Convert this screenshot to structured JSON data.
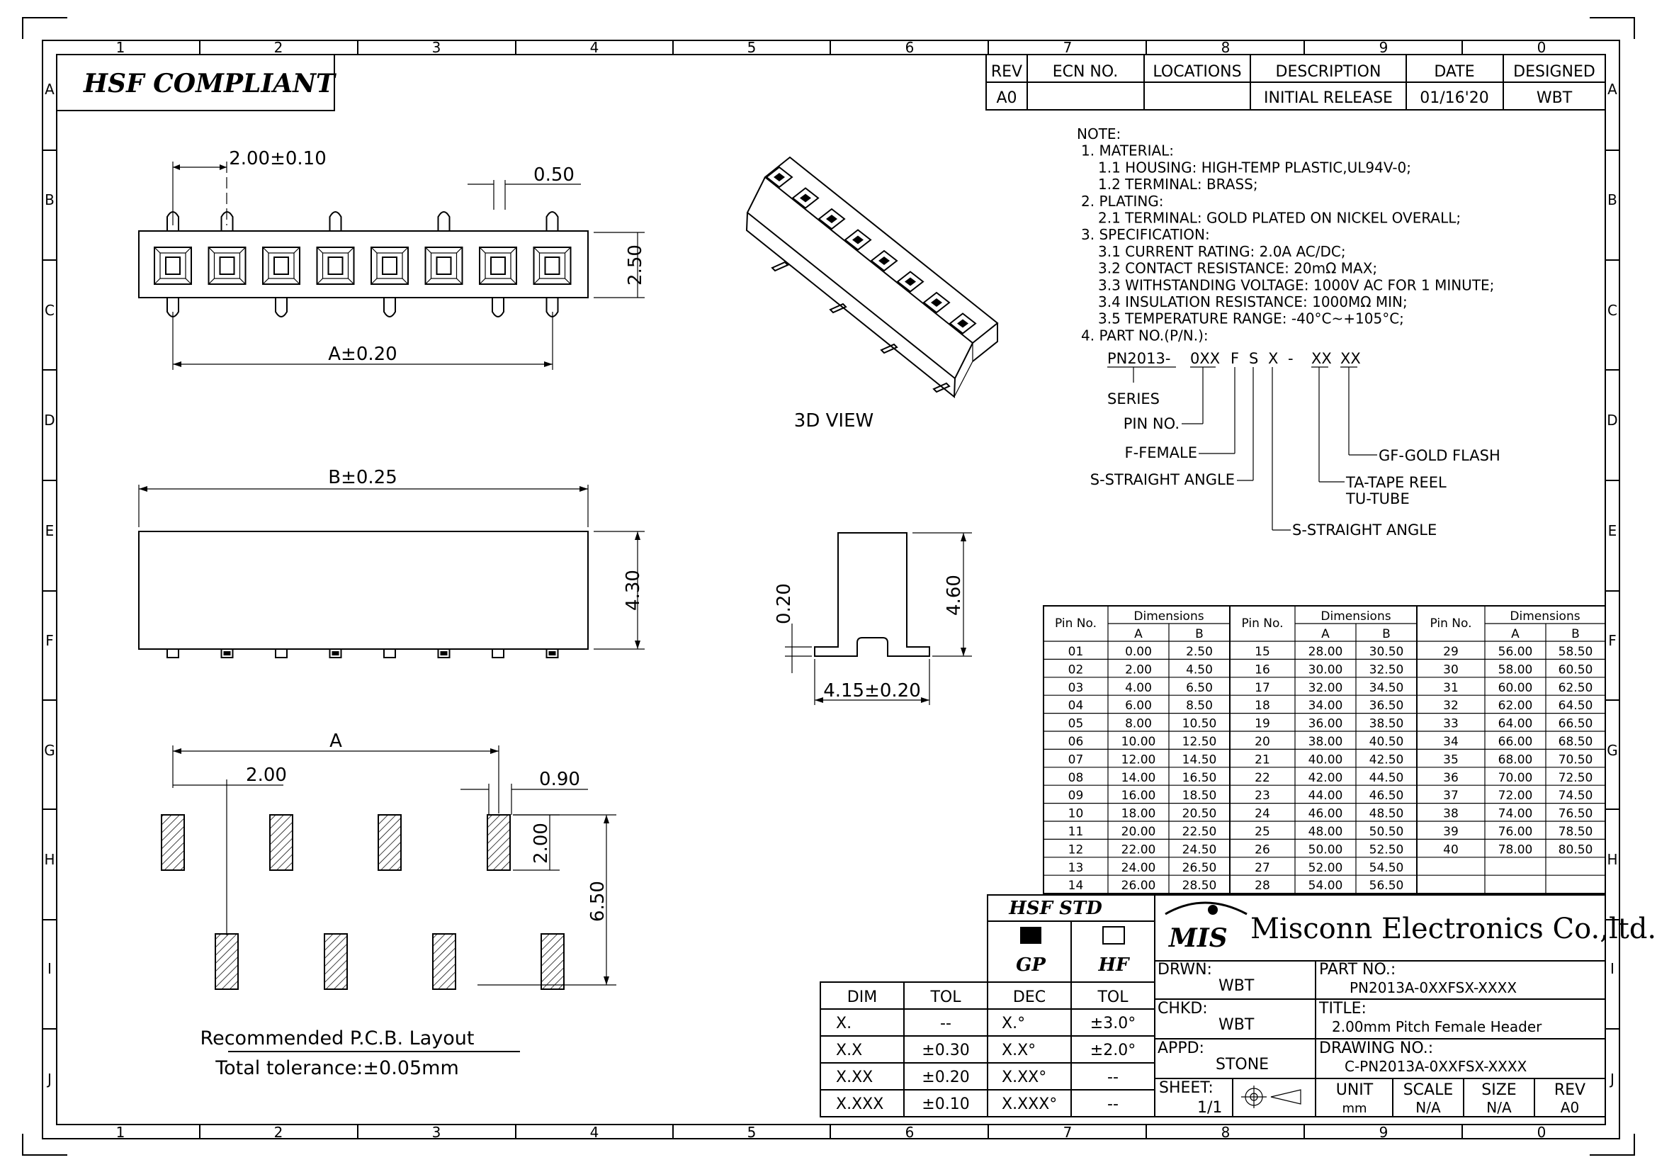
{
  "frame": {
    "top_numbers": [
      "1",
      "2",
      "3",
      "4",
      "5",
      "6",
      "7",
      "8",
      "9",
      "0"
    ],
    "side_letters": [
      "A",
      "B",
      "C",
      "D",
      "E",
      "F",
      "G",
      "H",
      "I",
      "J"
    ]
  },
  "hsf_compliant": "HSF COMPLIANT",
  "revision": {
    "headers": [
      "REV",
      "ECN NO.",
      "LOCATIONS",
      "DESCRIPTION",
      "DATE",
      "DESIGNED"
    ],
    "row": [
      "A0",
      "",
      "",
      "INITIAL RELEASE",
      "01/16'20",
      "WBT"
    ]
  },
  "notes": [
    "NOTE:",
    "1. MATERIAL:",
    "1.1 HOUSING: HIGH-TEMP PLASTIC,UL94V-0;",
    "1.2 TERMINAL: BRASS;",
    "2. PLATING:",
    "2.1 TERMINAL: GOLD PLATED ON NICKEL OVERALL;",
    "3. SPECIFICATION:",
    "3.1 CURRENT RATING: 2.0A AC/DC;",
    "3.2 CONTACT   RESISTANCE: 20mΩ MAX;",
    "3.3 WITHSTANDING VOLTAGE: 1000V AC FOR 1 MINUTE;",
    "3.4 INSULATION RESISTANCE: 1000MΩ MIN;",
    "3.5 TEMPERATURE RANGE:   -40°C~+105°C;",
    "4. PART NO.(P/N.):"
  ],
  "part_code": {
    "prefix": "PN2013-",
    "fields": [
      "0XX",
      "F",
      "S",
      "X",
      "-",
      "XX",
      "XX"
    ],
    "labels": [
      "SERIES",
      "PIN NO.",
      "F-FEMALE",
      "S-STRAIGHT ANGLE",
      "GF-GOLD FLASH",
      "TA-TAPE REEL",
      "TU-TUBE",
      "S-STRAIGHT ANGLE"
    ]
  },
  "dims": {
    "pitch": "2.00±0.10",
    "pin_w": "0.50",
    "height_top": "2.50",
    "a_len": "A±0.20",
    "b_len": "B±0.25",
    "height_side": "4.30",
    "end_h": "4.60",
    "end_t": "0.20",
    "end_w": "4.15±0.20",
    "pcb_a": "A",
    "pcb_pitch": "2.00",
    "pcb_pad_w": "0.90",
    "pcb_pad_h": "2.00",
    "pcb_row": "6.50"
  },
  "view_3d": "3D VIEW",
  "pcb_caption": "Recommended P.C.B. Layout",
  "pcb_tol": "Total tolerance:±0.05mm",
  "dim_table": {
    "pin_header": "Pin No.",
    "dim_header": "Dimensions",
    "a": "A",
    "b": "B",
    "col1": [
      [
        "01",
        "0.00",
        "2.50"
      ],
      [
        "02",
        "2.00",
        "4.50"
      ],
      [
        "03",
        "4.00",
        "6.50"
      ],
      [
        "04",
        "6.00",
        "8.50"
      ],
      [
        "05",
        "8.00",
        "10.50"
      ],
      [
        "06",
        "10.00",
        "12.50"
      ],
      [
        "07",
        "12.00",
        "14.50"
      ],
      [
        "08",
        "14.00",
        "16.50"
      ],
      [
        "09",
        "16.00",
        "18.50"
      ],
      [
        "10",
        "18.00",
        "20.50"
      ],
      [
        "11",
        "20.00",
        "22.50"
      ],
      [
        "12",
        "22.00",
        "24.50"
      ],
      [
        "13",
        "24.00",
        "26.50"
      ],
      [
        "14",
        "26.00",
        "28.50"
      ]
    ],
    "col2": [
      [
        "15",
        "28.00",
        "30.50"
      ],
      [
        "16",
        "30.00",
        "32.50"
      ],
      [
        "17",
        "32.00",
        "34.50"
      ],
      [
        "18",
        "34.00",
        "36.50"
      ],
      [
        "19",
        "36.00",
        "38.50"
      ],
      [
        "20",
        "38.00",
        "40.50"
      ],
      [
        "21",
        "40.00",
        "42.50"
      ],
      [
        "22",
        "42.00",
        "44.50"
      ],
      [
        "23",
        "44.00",
        "46.50"
      ],
      [
        "24",
        "46.00",
        "48.50"
      ],
      [
        "25",
        "48.00",
        "50.50"
      ],
      [
        "26",
        "50.00",
        "52.50"
      ],
      [
        "27",
        "52.00",
        "54.50"
      ],
      [
        "28",
        "54.00",
        "56.50"
      ]
    ],
    "col3": [
      [
        "29",
        "56.00",
        "58.50"
      ],
      [
        "30",
        "58.00",
        "60.50"
      ],
      [
        "31",
        "60.00",
        "62.50"
      ],
      [
        "32",
        "62.00",
        "64.50"
      ],
      [
        "33",
        "64.00",
        "66.50"
      ],
      [
        "34",
        "66.00",
        "68.50"
      ],
      [
        "35",
        "68.00",
        "70.50"
      ],
      [
        "36",
        "70.00",
        "72.50"
      ],
      [
        "37",
        "72.00",
        "74.50"
      ],
      [
        "38",
        "74.00",
        "76.50"
      ],
      [
        "39",
        "76.00",
        "78.50"
      ],
      [
        "40",
        "78.00",
        "80.50"
      ],
      [
        "",
        "",
        " "
      ],
      [
        "",
        "",
        ""
      ]
    ]
  },
  "tol_table": {
    "headers": [
      "DIM",
      "TOL"
    ],
    "rows": [
      [
        "X.",
        "--"
      ],
      [
        "X.X",
        "±0.30"
      ],
      [
        "X.XX",
        "±0.20"
      ],
      [
        "X.XXX",
        "±0.10"
      ]
    ]
  },
  "hsf_std": {
    "title": "HSF STD",
    "gp": "GP",
    "hf": "HF",
    "headers": [
      "DEC",
      "TOL"
    ],
    "rows": [
      [
        "X.°",
        "±3.0°"
      ],
      [
        "X.X°",
        "±2.0°"
      ],
      [
        "X.XX°",
        "--"
      ],
      [
        "X.XXX°",
        "--"
      ]
    ]
  },
  "title_block": {
    "logo": "MIS",
    "company": "Misconn Electronics Co.,ltd.",
    "drwn_label": "DRWN:",
    "drwn": "WBT",
    "chkd_label": "CHKD:",
    "chkd": "WBT",
    "appd_label": "APPD:",
    "appd": "STONE",
    "sheet_label": "SHEET:",
    "sheet": "1/1",
    "part_label": "PART NO.:",
    "part": "PN2013A-0XXFSX-XXXX",
    "title_label": "TITLE:",
    "title": "2.00mm Pitch Female Header",
    "drawing_label": "DRAWING NO.:",
    "drawing": "C-PN2013A-0XXFSX-XXXX",
    "unit_label": "UNIT",
    "unit": "mm",
    "scale_label": "SCALE",
    "scale": "N/A",
    "size_label": "SIZE",
    "size": "N/A",
    "rev_label": "REV",
    "rev": "A0"
  }
}
